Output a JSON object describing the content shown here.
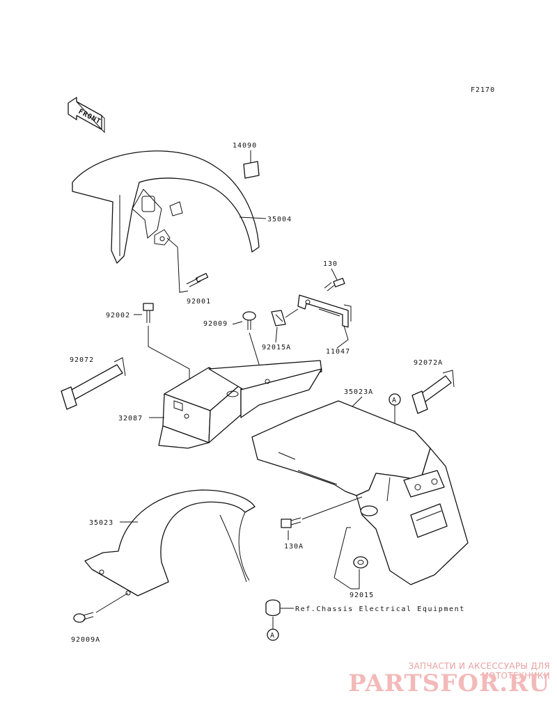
{
  "code": "F2170",
  "front_label": "FRONT",
  "labels": {
    "p14090": "14090",
    "p35004": "35004",
    "p92001": "92001",
    "p130": "130",
    "p92002": "92002",
    "p92009": "92009",
    "p92015A": "92015A",
    "p11047": "11047",
    "p92072": "92072",
    "p92072A": "92072A",
    "p35023A": "35023A",
    "p32087": "32087",
    "p35023": "35023",
    "p130A": "130A",
    "p92015": "92015",
    "p92009A": "92009A",
    "refA1": "A",
    "refA2": "A"
  },
  "reference_note": "Ref.Chassis Electrical Equipment",
  "watermark": {
    "tagline": "ЗАПЧАСТИ И АКСЕССУАРЫ ДЛЯ МОТОТЕХНИКИ",
    "brand": "PARTSFOR.RU"
  }
}
